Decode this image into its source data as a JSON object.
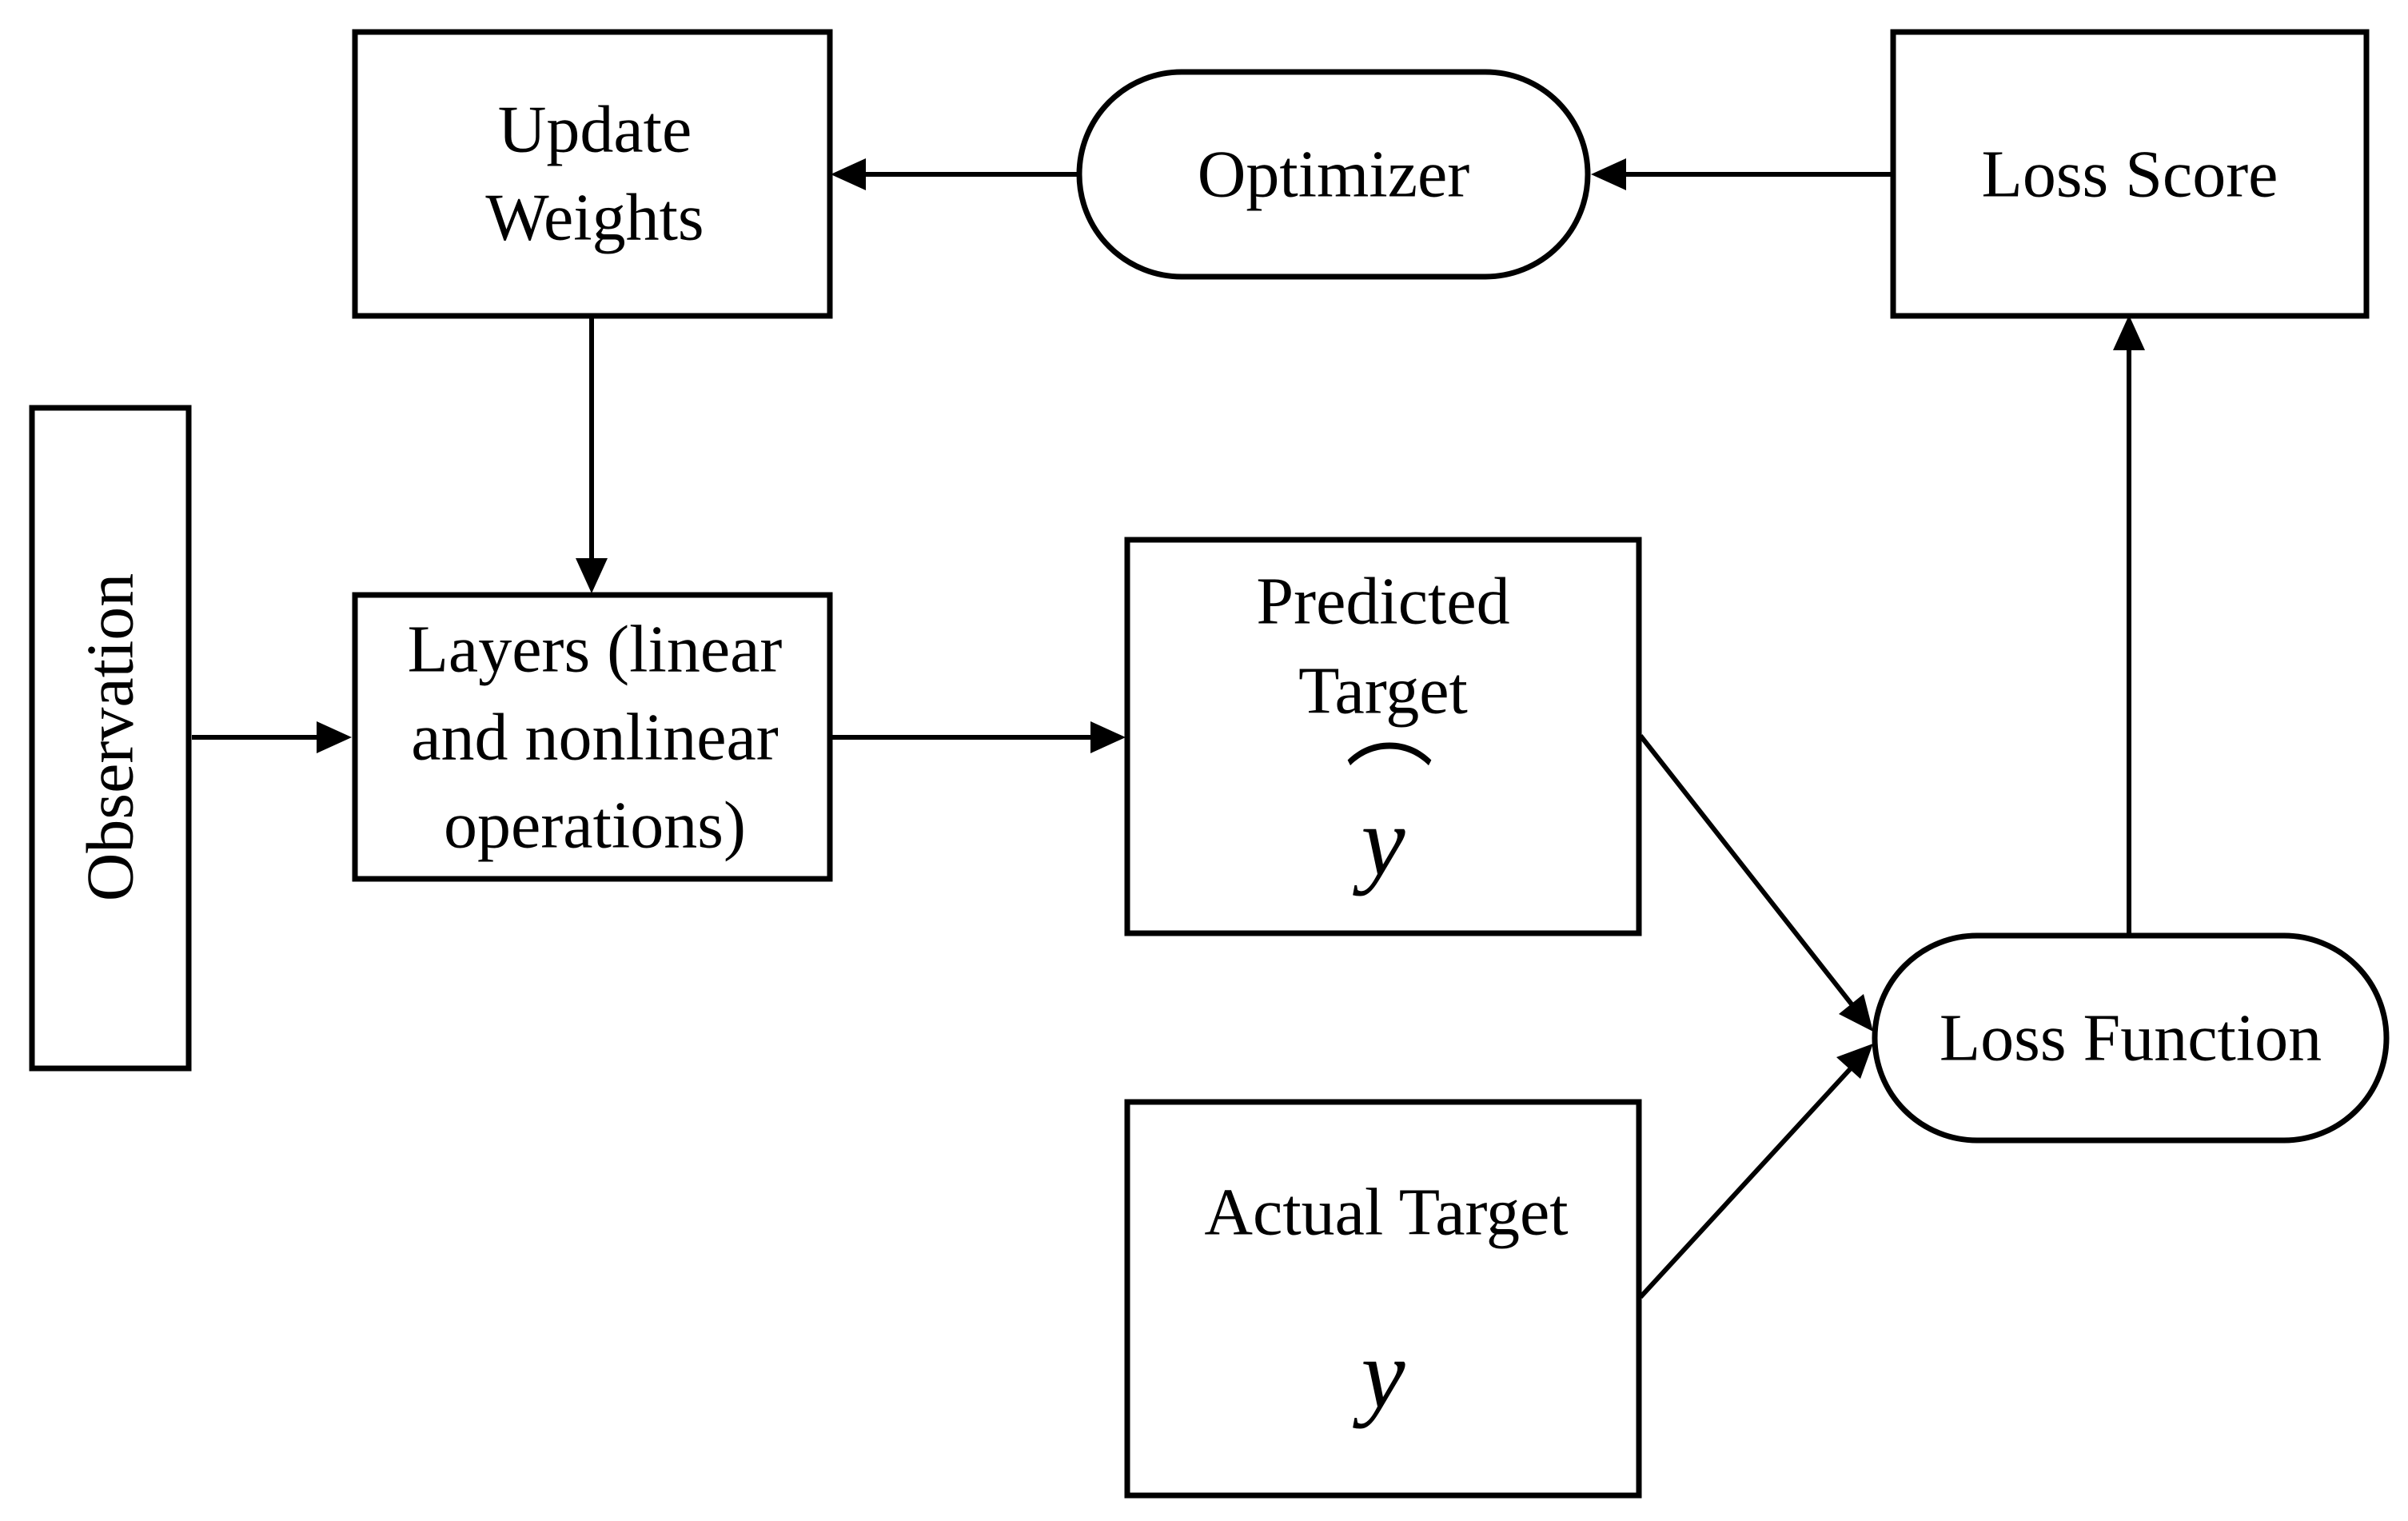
{
  "diagram": {
    "nodes": {
      "observation": {
        "label": "Observation"
      },
      "update_weights": {
        "line1": "Update",
        "line2": "Weights"
      },
      "optimizer": {
        "label": "Optimizer"
      },
      "loss_score": {
        "label": "Loss Score"
      },
      "layers": {
        "line1": "Layers (linear",
        "line2": "and nonlinear",
        "line3": "operations)"
      },
      "predicted_target": {
        "line1": "Predicted",
        "line2": "Target",
        "symbol": "y",
        "accent": "⌒"
      },
      "actual_target": {
        "label": "Actual Target",
        "symbol": "y"
      },
      "loss_function": {
        "label": "Loss Function"
      }
    },
    "edges": [
      {
        "from": "observation",
        "to": "layers"
      },
      {
        "from": "update_weights",
        "to": "layers"
      },
      {
        "from": "layers",
        "to": "predicted_target"
      },
      {
        "from": "predicted_target",
        "to": "loss_function"
      },
      {
        "from": "actual_target",
        "to": "loss_function"
      },
      {
        "from": "loss_function",
        "to": "loss_score"
      },
      {
        "from": "loss_score",
        "to": "optimizer"
      },
      {
        "from": "optimizer",
        "to": "update_weights"
      }
    ],
    "colors": {
      "stroke": "#000000",
      "fill": "#ffffff"
    }
  }
}
